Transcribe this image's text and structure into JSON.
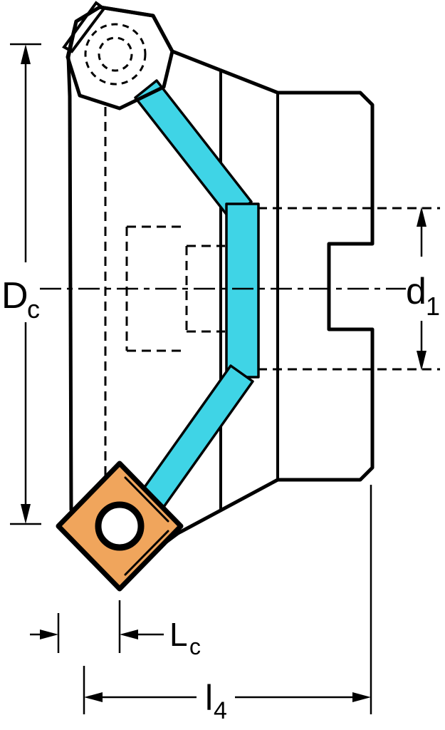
{
  "diagram": {
    "labels": {
      "dc": {
        "main": "D",
        "sub": "c"
      },
      "d1": {
        "main": "d",
        "sub": "1"
      },
      "lc": {
        "main": "L",
        "sub": "c"
      },
      "l4": {
        "main": "l",
        "sub": "4"
      }
    },
    "colors": {
      "background": "#ffffff",
      "body": "#d7dbda",
      "coolant_highlight": "#3fd4e6",
      "insert_orange": "#f0a55c",
      "outline": "#000000"
    }
  }
}
